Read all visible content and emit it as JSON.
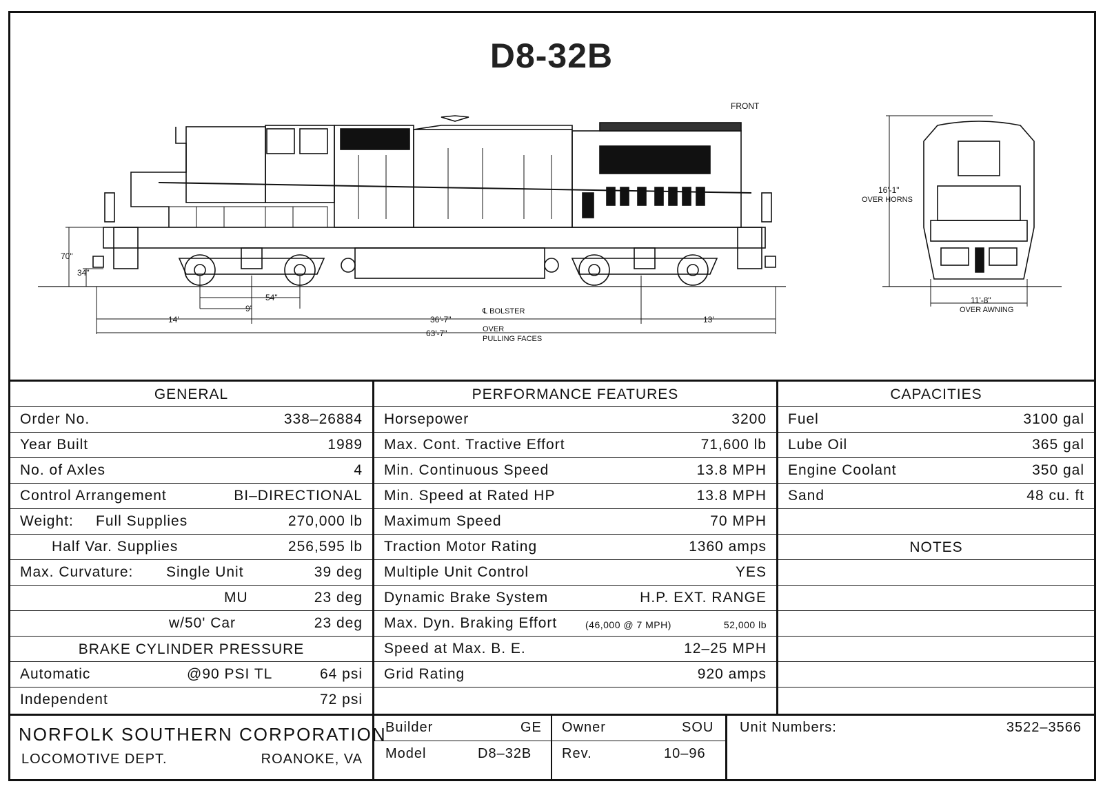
{
  "title": "D8-32B",
  "diagram": {
    "front_label": "FRONT",
    "height_horns": "16'-1\"",
    "height_horns_note": "OVER HORNS",
    "width_awning": "11'-8\"",
    "width_awning_note": "OVER AWNING",
    "dim_70": "70\"",
    "dim_34": "34\"",
    "dim_54": "54\"",
    "dim_9": "9'",
    "dim_14": "14'",
    "dim_36_7": "36'-7\"",
    "bolster": "℄ BOLSTER",
    "dim_13": "13'",
    "dim_63_7": "63'-7\"",
    "over": "OVER",
    "pulling_faces": "PULLING FACES"
  },
  "general": {
    "heading": "GENERAL",
    "order_label": "Order No.",
    "order_value": "338–26884",
    "year_label": "Year Built",
    "year_value": "1989",
    "axles_label": "No. of Axles",
    "axles_value": "4",
    "control_label": "Control Arrangement",
    "control_value": "BI–DIRECTIONAL",
    "weight_label": "Weight:",
    "full_label": "Full Supplies",
    "full_value": "270,000  lb",
    "half_label": "Half Var. Supplies",
    "half_value": "256,595  lb",
    "curv_label": "Max. Curvature:",
    "single_label": "Single Unit",
    "single_value": "39  deg",
    "mu_label": "MU",
    "mu_value": "23  deg",
    "car_label": "w/50' Car",
    "car_value": "23  deg",
    "brake_heading": "BRAKE CYLINDER PRESSURE",
    "auto_label": "Automatic",
    "auto_mid": "@90 PSI TL",
    "auto_value": "64  psi",
    "indep_label": "Independent",
    "indep_value": "72  psi"
  },
  "performance": {
    "heading": "PERFORMANCE FEATURES",
    "rows": [
      {
        "label": "Horsepower",
        "value": "3200"
      },
      {
        "label": "Max. Cont. Tractive Effort",
        "value": "71,600  lb"
      },
      {
        "label": "Min. Continuous Speed",
        "value": "13.8  MPH"
      },
      {
        "label": "Min. Speed at Rated HP",
        "value": "13.8  MPH"
      },
      {
        "label": "Maximum Speed",
        "value": "70  MPH"
      },
      {
        "label": "Traction Motor Rating",
        "value": "1360 amps"
      },
      {
        "label": "Multiple Unit Control",
        "value": "YES"
      },
      {
        "label": "Dynamic Brake System",
        "value": "H.P.  EXT.  RANGE"
      },
      {
        "label": "Max. Dyn. Braking Effort",
        "note": "(46,000 @ 7 MPH)",
        "value": "52,000 lb"
      },
      {
        "label": "Speed at Max. B. E.",
        "value": "12–25  MPH"
      },
      {
        "label": "Grid Rating",
        "value": "920 amps"
      }
    ]
  },
  "capacities": {
    "heading": "CAPACITIES",
    "rows": [
      {
        "label": "Fuel",
        "value": "3100   gal"
      },
      {
        "label": "Lube Oil",
        "value": "365   gal"
      },
      {
        "label": "Engine Coolant",
        "value": "350   gal"
      },
      {
        "label": "Sand",
        "value": "48   cu.  ft"
      }
    ],
    "notes_heading": "NOTES"
  },
  "footer": {
    "company": "NORFOLK SOUTHERN CORPORATION",
    "dept": "LOCOMOTIVE DEPT.",
    "city": "ROANOKE, VA",
    "builder_label": "Builder",
    "builder_value": "GE",
    "model_label": "Model",
    "model_value": "D8–32B",
    "owner_label": "Owner",
    "owner_value": "SOU",
    "rev_label": "Rev.",
    "rev_value": "10–96",
    "units_label": "Unit Numbers:",
    "units_value": "3522–3566"
  }
}
